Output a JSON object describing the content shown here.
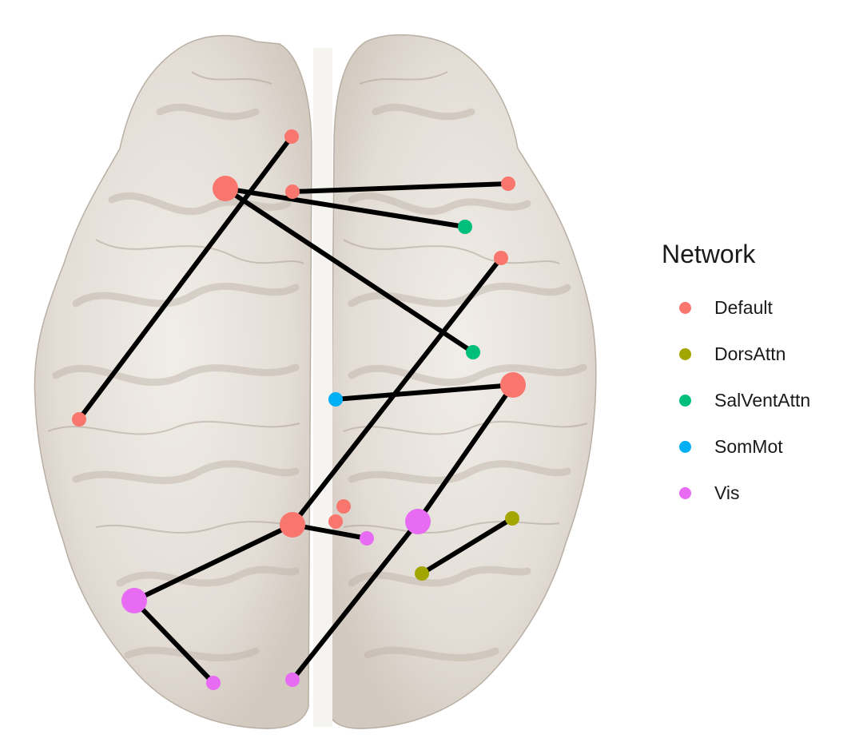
{
  "legend": {
    "title": "Network",
    "items": [
      {
        "label": "Default",
        "color": "#F8766D"
      },
      {
        "label": "DorsAttn",
        "color": "#A3A500"
      },
      {
        "label": "SalVentAttn",
        "color": "#00BF7D"
      },
      {
        "label": "SomMot",
        "color": "#00B0F6"
      },
      {
        "label": "Vis",
        "color": "#E76BF3"
      }
    ]
  },
  "colors": {
    "edge": "#000000",
    "brain_fill": "#e6e1dc",
    "brain_shade": "#c7bdb1"
  },
  "nodes": [
    {
      "id": "n1",
      "network": "Default",
      "size": "small"
    },
    {
      "id": "n2",
      "network": "Default",
      "size": "large"
    },
    {
      "id": "n3",
      "network": "Default",
      "size": "small"
    },
    {
      "id": "n4",
      "network": "Default",
      "size": "small"
    },
    {
      "id": "n5",
      "network": "SalVentAttn",
      "size": "small"
    },
    {
      "id": "n6",
      "network": "Default",
      "size": "small"
    },
    {
      "id": "n7",
      "network": "SalVentAttn",
      "size": "small"
    },
    {
      "id": "n8",
      "network": "Default",
      "size": "large"
    },
    {
      "id": "n9",
      "network": "SomMot",
      "size": "small"
    },
    {
      "id": "n10",
      "network": "Default",
      "size": "small"
    },
    {
      "id": "n11",
      "network": "Default",
      "size": "small"
    },
    {
      "id": "n12",
      "network": "Default",
      "size": "small"
    },
    {
      "id": "n13",
      "network": "Default",
      "size": "large"
    },
    {
      "id": "n14",
      "network": "Vis",
      "size": "small"
    },
    {
      "id": "n15",
      "network": "Vis",
      "size": "large"
    },
    {
      "id": "n16",
      "network": "DorsAttn",
      "size": "small"
    },
    {
      "id": "n17",
      "network": "DorsAttn",
      "size": "small"
    },
    {
      "id": "n18",
      "network": "Vis",
      "size": "large"
    },
    {
      "id": "n19",
      "network": "Vis",
      "size": "small"
    },
    {
      "id": "n20",
      "network": "Vis",
      "size": "small"
    }
  ],
  "edges": [
    {
      "from": "n1",
      "to": "n10"
    },
    {
      "from": "n2",
      "to": "n5"
    },
    {
      "from": "n2",
      "to": "n7"
    },
    {
      "from": "n3",
      "to": "n4"
    },
    {
      "from": "n6",
      "to": "n13"
    },
    {
      "from": "n9",
      "to": "n8"
    },
    {
      "from": "n8",
      "to": "n15"
    },
    {
      "from": "n13",
      "to": "n18"
    },
    {
      "from": "n13",
      "to": "n14"
    },
    {
      "from": "n18",
      "to": "n19"
    },
    {
      "from": "n15",
      "to": "n20"
    },
    {
      "from": "n16",
      "to": "n17"
    }
  ]
}
